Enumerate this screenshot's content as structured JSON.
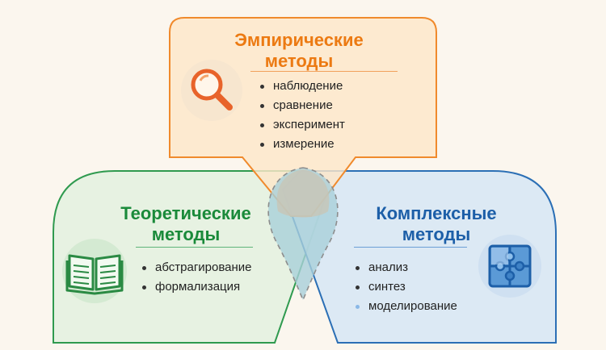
{
  "empirical": {
    "title_line1": "Эмпирические",
    "title_line2": "методы",
    "items": [
      "наблюдение",
      "сравнение",
      "эксперимент",
      "измерение"
    ],
    "icon": "magnifier-icon",
    "color": "#ec7a12"
  },
  "theoretical": {
    "title_line1": "Теоретические",
    "title_line2": "методы",
    "items": [
      "абстрагирование",
      "формализация"
    ],
    "icon": "open-book-icon",
    "color": "#1a8a3a"
  },
  "complex": {
    "title_line1": "Комплексные",
    "title_line2": "методы",
    "items": [
      "анализ",
      "синтез",
      "моделирование"
    ],
    "icon": "puzzle-icon",
    "color": "#1d5fa8"
  }
}
